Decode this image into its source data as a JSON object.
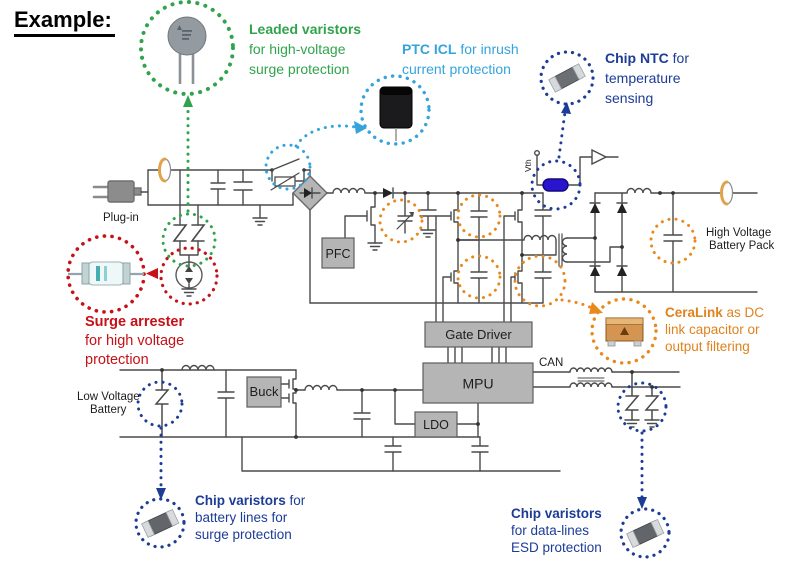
{
  "title": {
    "example": "Example:"
  },
  "callouts": {
    "leaded": {
      "l1": "Leaded varistors",
      "l2": "for high-voltage",
      "l3": "surge protection"
    },
    "ptc": {
      "l1b": "PTC ICL",
      "l1r": " for inrush",
      "l2": "current protection"
    },
    "ntc": {
      "l1b": "Chip NTC",
      "l1r": " for",
      "l2": "temperature",
      "l3": "sensing"
    },
    "surge": {
      "l1": "Surge arrester",
      "l2": "for high voltage",
      "l3": "protection"
    },
    "ceralink": {
      "l1b": "CeraLink",
      "l1r": " as DC",
      "l2": "link capacitor or",
      "l3": "output filtering"
    },
    "chip_battery": {
      "l1b": "Chip varistors",
      "l1r": " for",
      "l2": "battery lines for",
      "l3": "surge protection"
    },
    "chip_data": {
      "l1": "Chip varistors",
      "l2": "for data-lines",
      "l3": "ESD protection"
    }
  },
  "blocks": {
    "pfc": "PFC",
    "gate_driver": "Gate Driver",
    "mpu": "MPU",
    "ldo": "LDO",
    "buck": "Buck"
  },
  "labels": {
    "plug_in": "Plug-in",
    "hv_line1": "High Voltage",
    "hv_line2": "Battery Pack",
    "lv_line1": "Low Voltage",
    "lv_line2": "Battery",
    "can": "CAN",
    "vth": "Vth"
  },
  "colors": {
    "green": "#2FA44C",
    "light_blue": "#35A3DC",
    "dark_blue": "#1D3C96",
    "red": "#C61117",
    "orange": "#E0821E",
    "block_gray": "#B5B5B5",
    "wire_gray": "#4A4A4A",
    "ntc_blue": "#2915CE"
  }
}
